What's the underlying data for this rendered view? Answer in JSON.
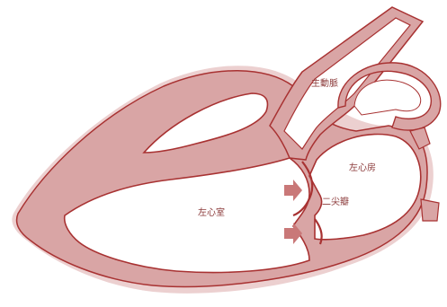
{
  "labels": {
    "aorta": "主動脈",
    "left_atrium": "左心房",
    "left_ventricle": "左心室",
    "mitral_valve": "二尖瓣"
  },
  "colors": {
    "tissue_fill": "#d9a5a5",
    "tissue_stroke": "#a83232",
    "outer_shade": "#ecd0d0",
    "chamber": "#ffffff",
    "label_text": "#8b3a3a",
    "arrow": "#c97878"
  }
}
